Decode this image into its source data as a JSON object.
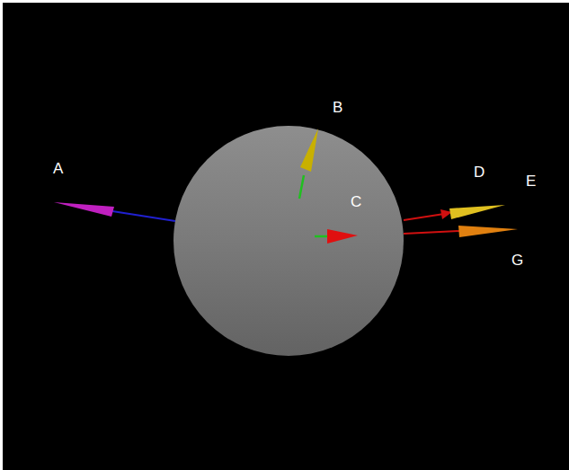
{
  "diagram": {
    "labels": [
      "A",
      "B",
      "C",
      "D",
      "E",
      "G"
    ]
  }
}
